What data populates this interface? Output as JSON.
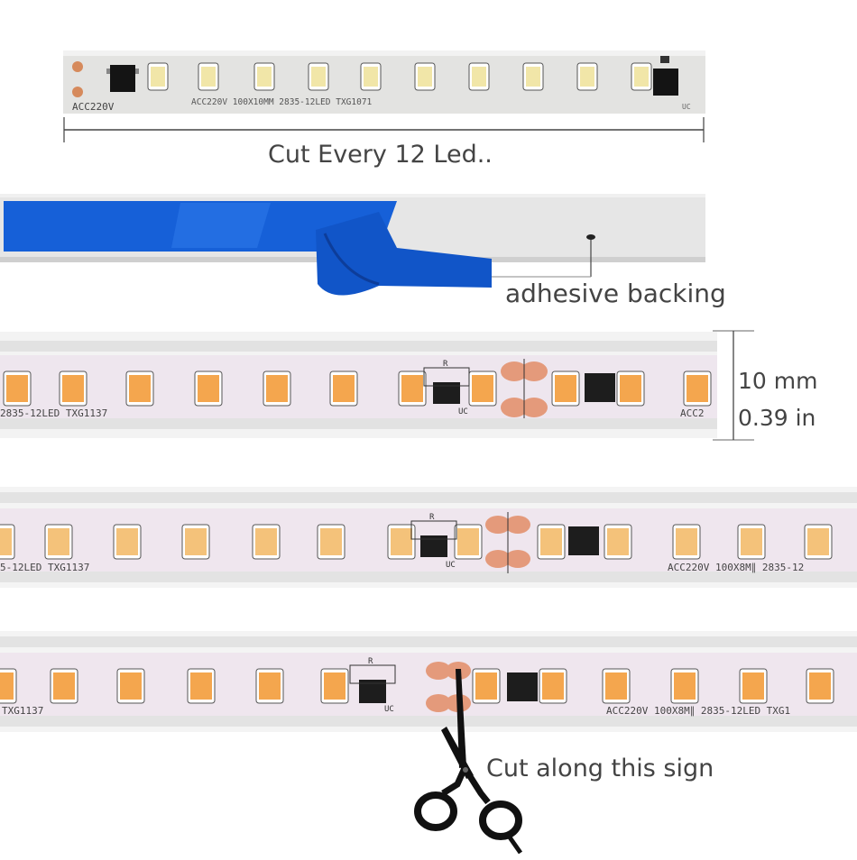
{
  "captions": {
    "cut_every": "Cut Every 12 Led..",
    "adhesive": "adhesive backing",
    "dim_mm": "10 mm",
    "dim_in": "0.39 in",
    "cut_along": "Cut along this sign"
  },
  "strip1": {
    "label_a": "ACC220V",
    "label_b": "100X10MM",
    "label_c": "2835-12LED",
    "label_d": "TXG1071",
    "label_e": "UC"
  },
  "strip3": {
    "label_left": "2835-12LED TXG1137",
    "label_right": "ACC2",
    "chip_r": "R",
    "chip_uc": "UC"
  },
  "strip4": {
    "label_left": "5-12LED TXG1137",
    "label_right": "ACC220V 100X8M∥ 2835-12",
    "chip_r": "R",
    "chip_uc": "UC"
  },
  "strip5": {
    "label_left": "TXG1137",
    "label_right": "ACC220V 100X8M∥ 2835-12LED TXG1",
    "chip_r": "R",
    "chip_uc": "UC"
  },
  "colors": {
    "led_warm": "#f4a64e",
    "led_cool": "#f1e6a8",
    "pcb": "#efe6ee",
    "copper_pad": "#e49a7b",
    "blue_film": "#1660d8"
  }
}
